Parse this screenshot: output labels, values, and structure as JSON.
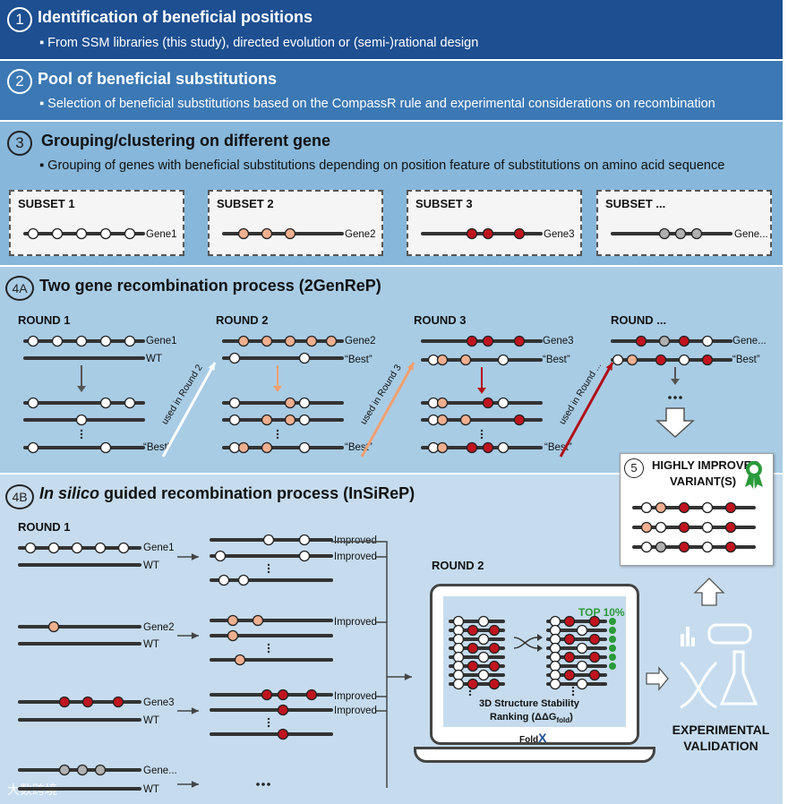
{
  "steps": {
    "s1": {
      "num": "1",
      "title": "Identification of beneficial positions",
      "bullet": "From SSM libraries (this study), directed evolution or (semi-)rational design"
    },
    "s2": {
      "num": "2",
      "title": "Pool of beneficial substitutions",
      "bullet": "Selection of beneficial substitutions based on the CompassR rule and experimental considerations on recombination"
    },
    "s3": {
      "num": "3",
      "title": "Grouping/clustering on different gene",
      "bullet": "Grouping of genes with beneficial substitutions depending on position feature of substitutions on amino acid sequence"
    },
    "s4a": {
      "num": "4A",
      "title": "Two gene recombination process (2GenReP)"
    },
    "s4b": {
      "num": "4B",
      "title_em": "In silico",
      "title_rest": " guided recombination process (InSiReP)"
    },
    "s5": {
      "num": "5",
      "title_line1": "HIGHLY IMPROVED",
      "title_line2": "VARIANT(S)"
    }
  },
  "subsets": [
    {
      "title": "SUBSET 1",
      "gene": "Gene1"
    },
    {
      "title": "SUBSET 2",
      "gene": "Gene2"
    },
    {
      "title": "SUBSET 3",
      "gene": "Gene3"
    },
    {
      "title": "SUBSET ...",
      "gene": "Gene..."
    }
  ],
  "twogen": {
    "rounds": [
      "ROUND 1",
      "ROUND 2",
      "ROUND 3",
      "ROUND ..."
    ],
    "genes": [
      "Gene1",
      "Gene2",
      "Gene3",
      "Gene..."
    ],
    "wt": "WT",
    "best": "“Best”",
    "used": [
      "used in Round 2",
      "used in Round 3",
      "used in Round ..."
    ]
  },
  "insilico": {
    "round1": "ROUND 1",
    "round2": "ROUND 2",
    "genes": [
      "Gene1",
      "Gene2",
      "Gene3",
      "Gene..."
    ],
    "wt": "WT",
    "improved": "Improved",
    "top": "TOP 10%",
    "ranking_line1": "3D Structure Stability",
    "ranking_line2": "Ranking (ΔΔG",
    "ranking_sub": "fold",
    "ranking_end": ")",
    "foldx": "Fold",
    "foldx_x": "X",
    "dots": "...",
    "experimental_line1": "EXPERIMENTAL",
    "experimental_line2": "VALIDATION"
  },
  "colors": {
    "white_dot": "#ffffff",
    "salmon_dot": "#f0b090",
    "red_dot": "#c0141e",
    "grey_dot": "#b0b0b0",
    "line": "#333333",
    "arrow_white": "#ffffff",
    "arrow_salmon": "#f0a070",
    "arrow_red": "#b01018"
  },
  "watermark": "大数跨境"
}
